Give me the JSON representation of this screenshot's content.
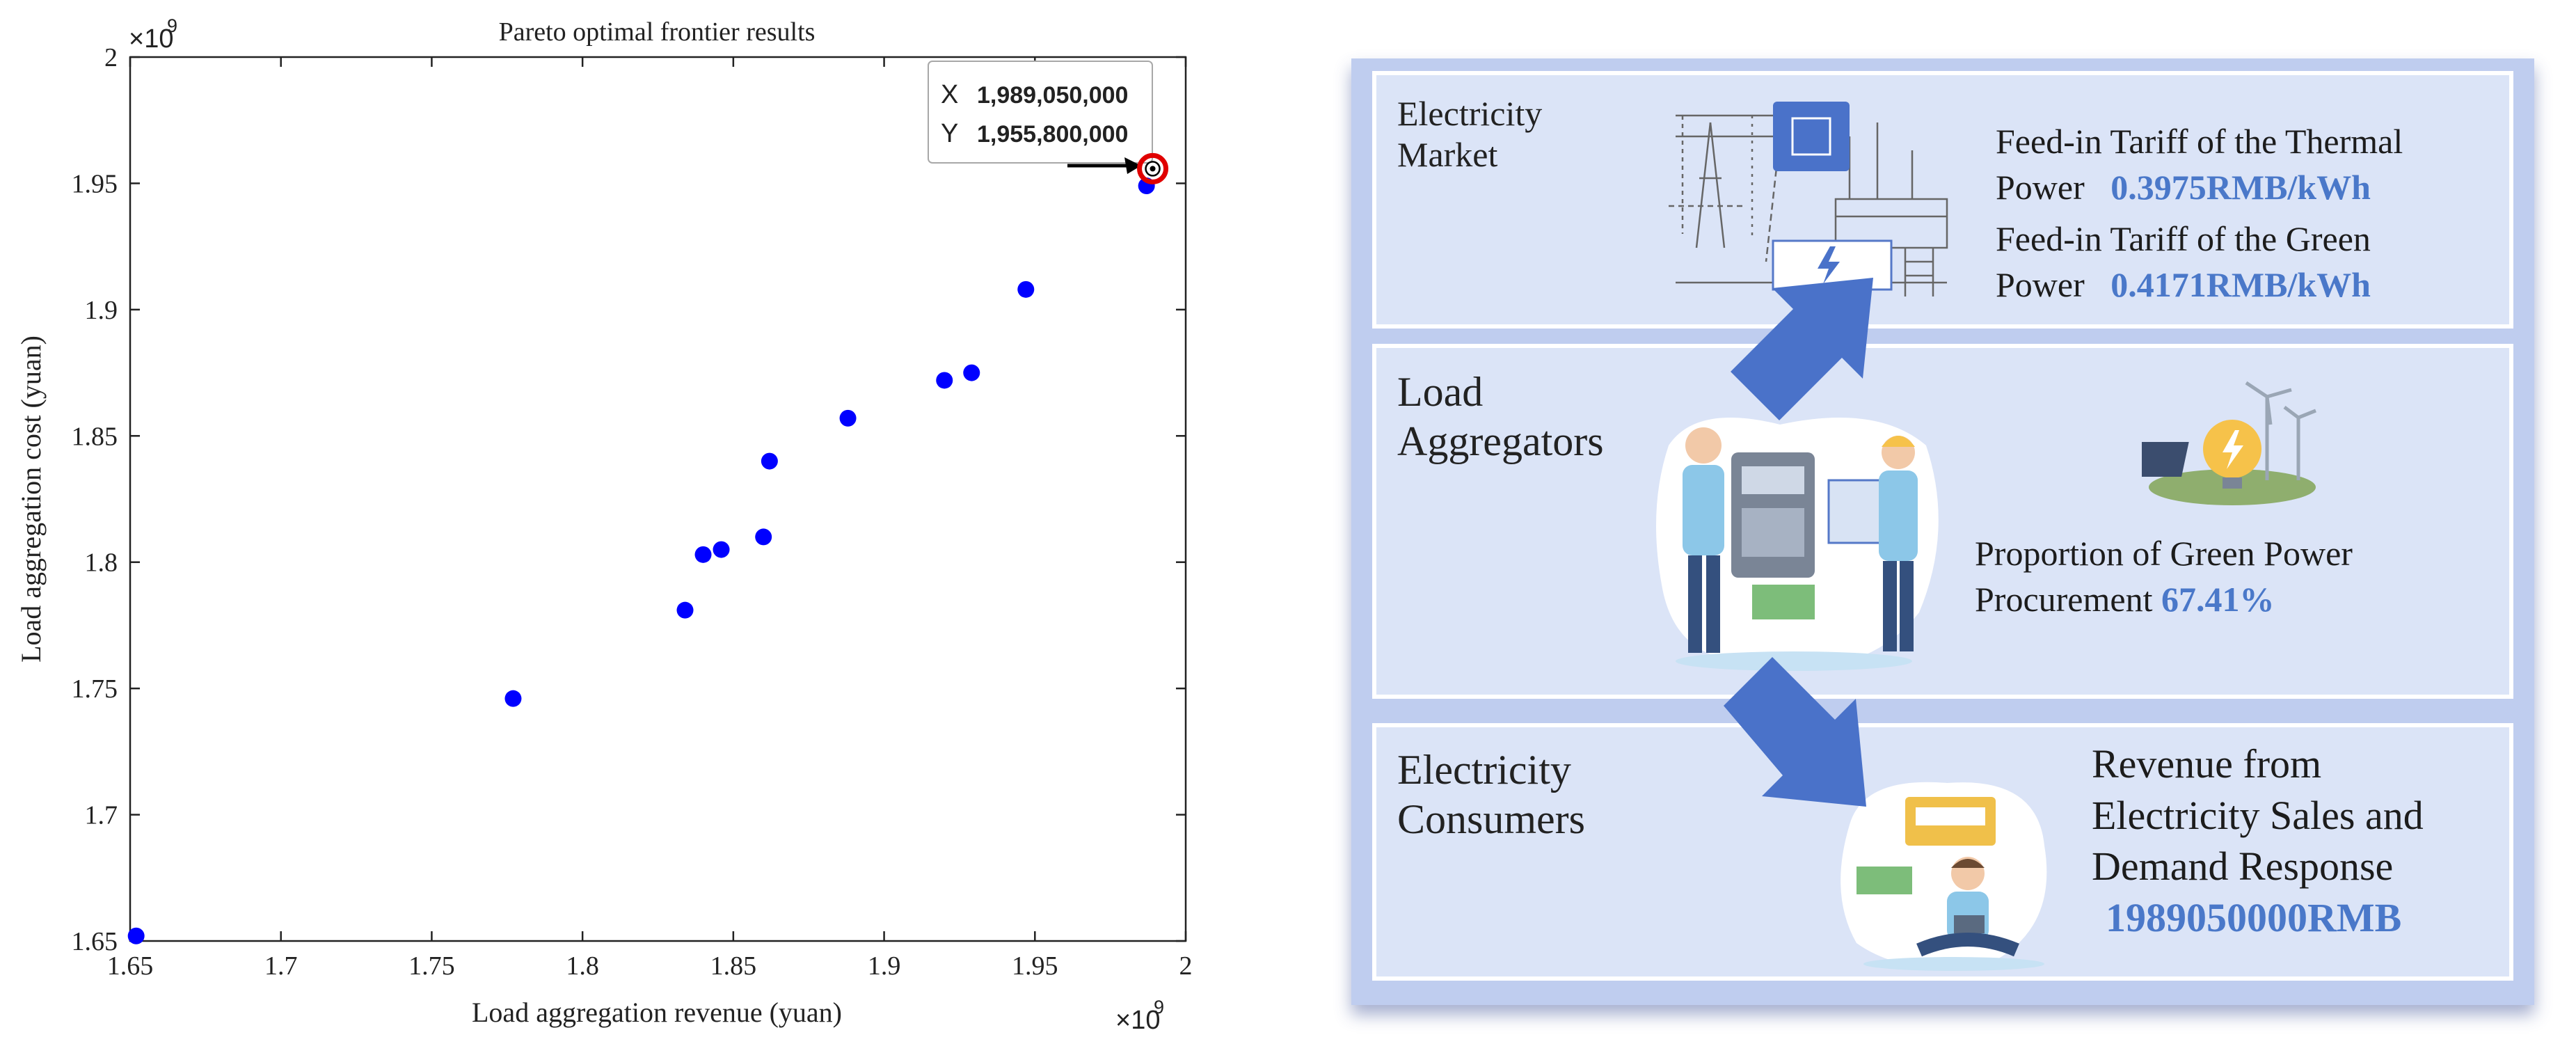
{
  "chart_data": {
    "type": "scatter",
    "title": "Pareto optimal frontier results",
    "xlabel": "Load aggregation revenue (yuan)",
    "ylabel": "Load aggregation cost (yuan)",
    "x_exponent_label": "×10",
    "y_exponent_label": "×10",
    "exponent": "9",
    "xlim": [
      1.65,
      2.0
    ],
    "ylim": [
      1.65,
      2.0
    ],
    "xticks": [
      "1.65",
      "1.7",
      "1.75",
      "1.8",
      "1.85",
      "1.9",
      "1.95",
      "2"
    ],
    "yticks": [
      "1.65",
      "1.7",
      "1.75",
      "1.8",
      "1.85",
      "1.9",
      "1.95",
      "2"
    ],
    "grid": false,
    "series": [
      {
        "color": "#0000ff",
        "points": [
          [
            1.652,
            1.652
          ],
          [
            1.777,
            1.746
          ],
          [
            1.834,
            1.781
          ],
          [
            1.84,
            1.803
          ],
          [
            1.846,
            1.805
          ],
          [
            1.86,
            1.81
          ],
          [
            1.862,
            1.84
          ],
          [
            1.888,
            1.857
          ],
          [
            1.92,
            1.872
          ],
          [
            1.929,
            1.875
          ],
          [
            1.947,
            1.908
          ],
          [
            1.987,
            1.949
          ]
        ]
      }
    ],
    "highlight_point": [
      1.98905,
      1.9558
    ],
    "datatip": {
      "x_key": "X",
      "x_value": "1,989,050,000",
      "y_key": "Y",
      "y_value": "1,955,800,000"
    },
    "highlight_color": "#e00000"
  },
  "infographic": {
    "market": {
      "title_line1": "Electricity",
      "title_line2": "Market",
      "thermal_line1": "Feed-in Tariff of the Thermal",
      "thermal_line2": "Power",
      "thermal_value": "0.3975RMB/kWh",
      "green_line1": "Feed-in Tariff of the Green",
      "green_line2": "Power",
      "green_value": "0.4171RMB/kWh"
    },
    "aggregators": {
      "title_line1": "Load",
      "title_line2": "Aggregators",
      "proportion_line1": "Proportion of Green Power",
      "proportion_line2": "Procurement",
      "proportion_value": "67.41%"
    },
    "consumers": {
      "title_line1": "Electricity",
      "title_line2": "Consumers",
      "revenue_line1": "Revenue from",
      "revenue_line2": "Electricity Sales and",
      "revenue_line3": "Demand Response",
      "revenue_value": "1989050000RMB"
    },
    "colors": {
      "accent": "#4a78c9",
      "arrow": "#4a72c9",
      "panel": "#bfcdef",
      "box": "#dbe4f7"
    }
  }
}
